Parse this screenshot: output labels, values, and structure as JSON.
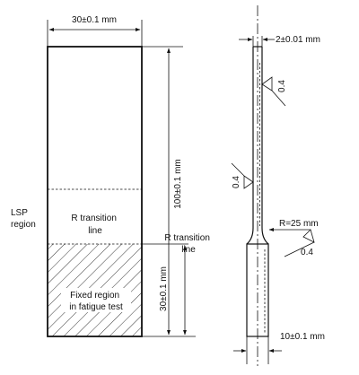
{
  "front_view": {
    "width_dim": "30±0.1 mm",
    "height_dim": "100±0.1 mm",
    "fixed_dim": "30±0.1 mm",
    "lsp_label": [
      "LSP",
      "region"
    ],
    "transition_label": [
      "R transition",
      "line"
    ],
    "fixed_label": [
      "Fixed region",
      "in fatigue test"
    ]
  },
  "side_view": {
    "thickness_dim": "2±0.01 mm",
    "bottom_dim": "10±0.1 mm",
    "radius_label": "R=25 mm",
    "roughness_1": "0.4",
    "roughness_2": "0.4",
    "roughness_3": "0.4",
    "transition_label": [
      "R transition",
      "line"
    ]
  }
}
